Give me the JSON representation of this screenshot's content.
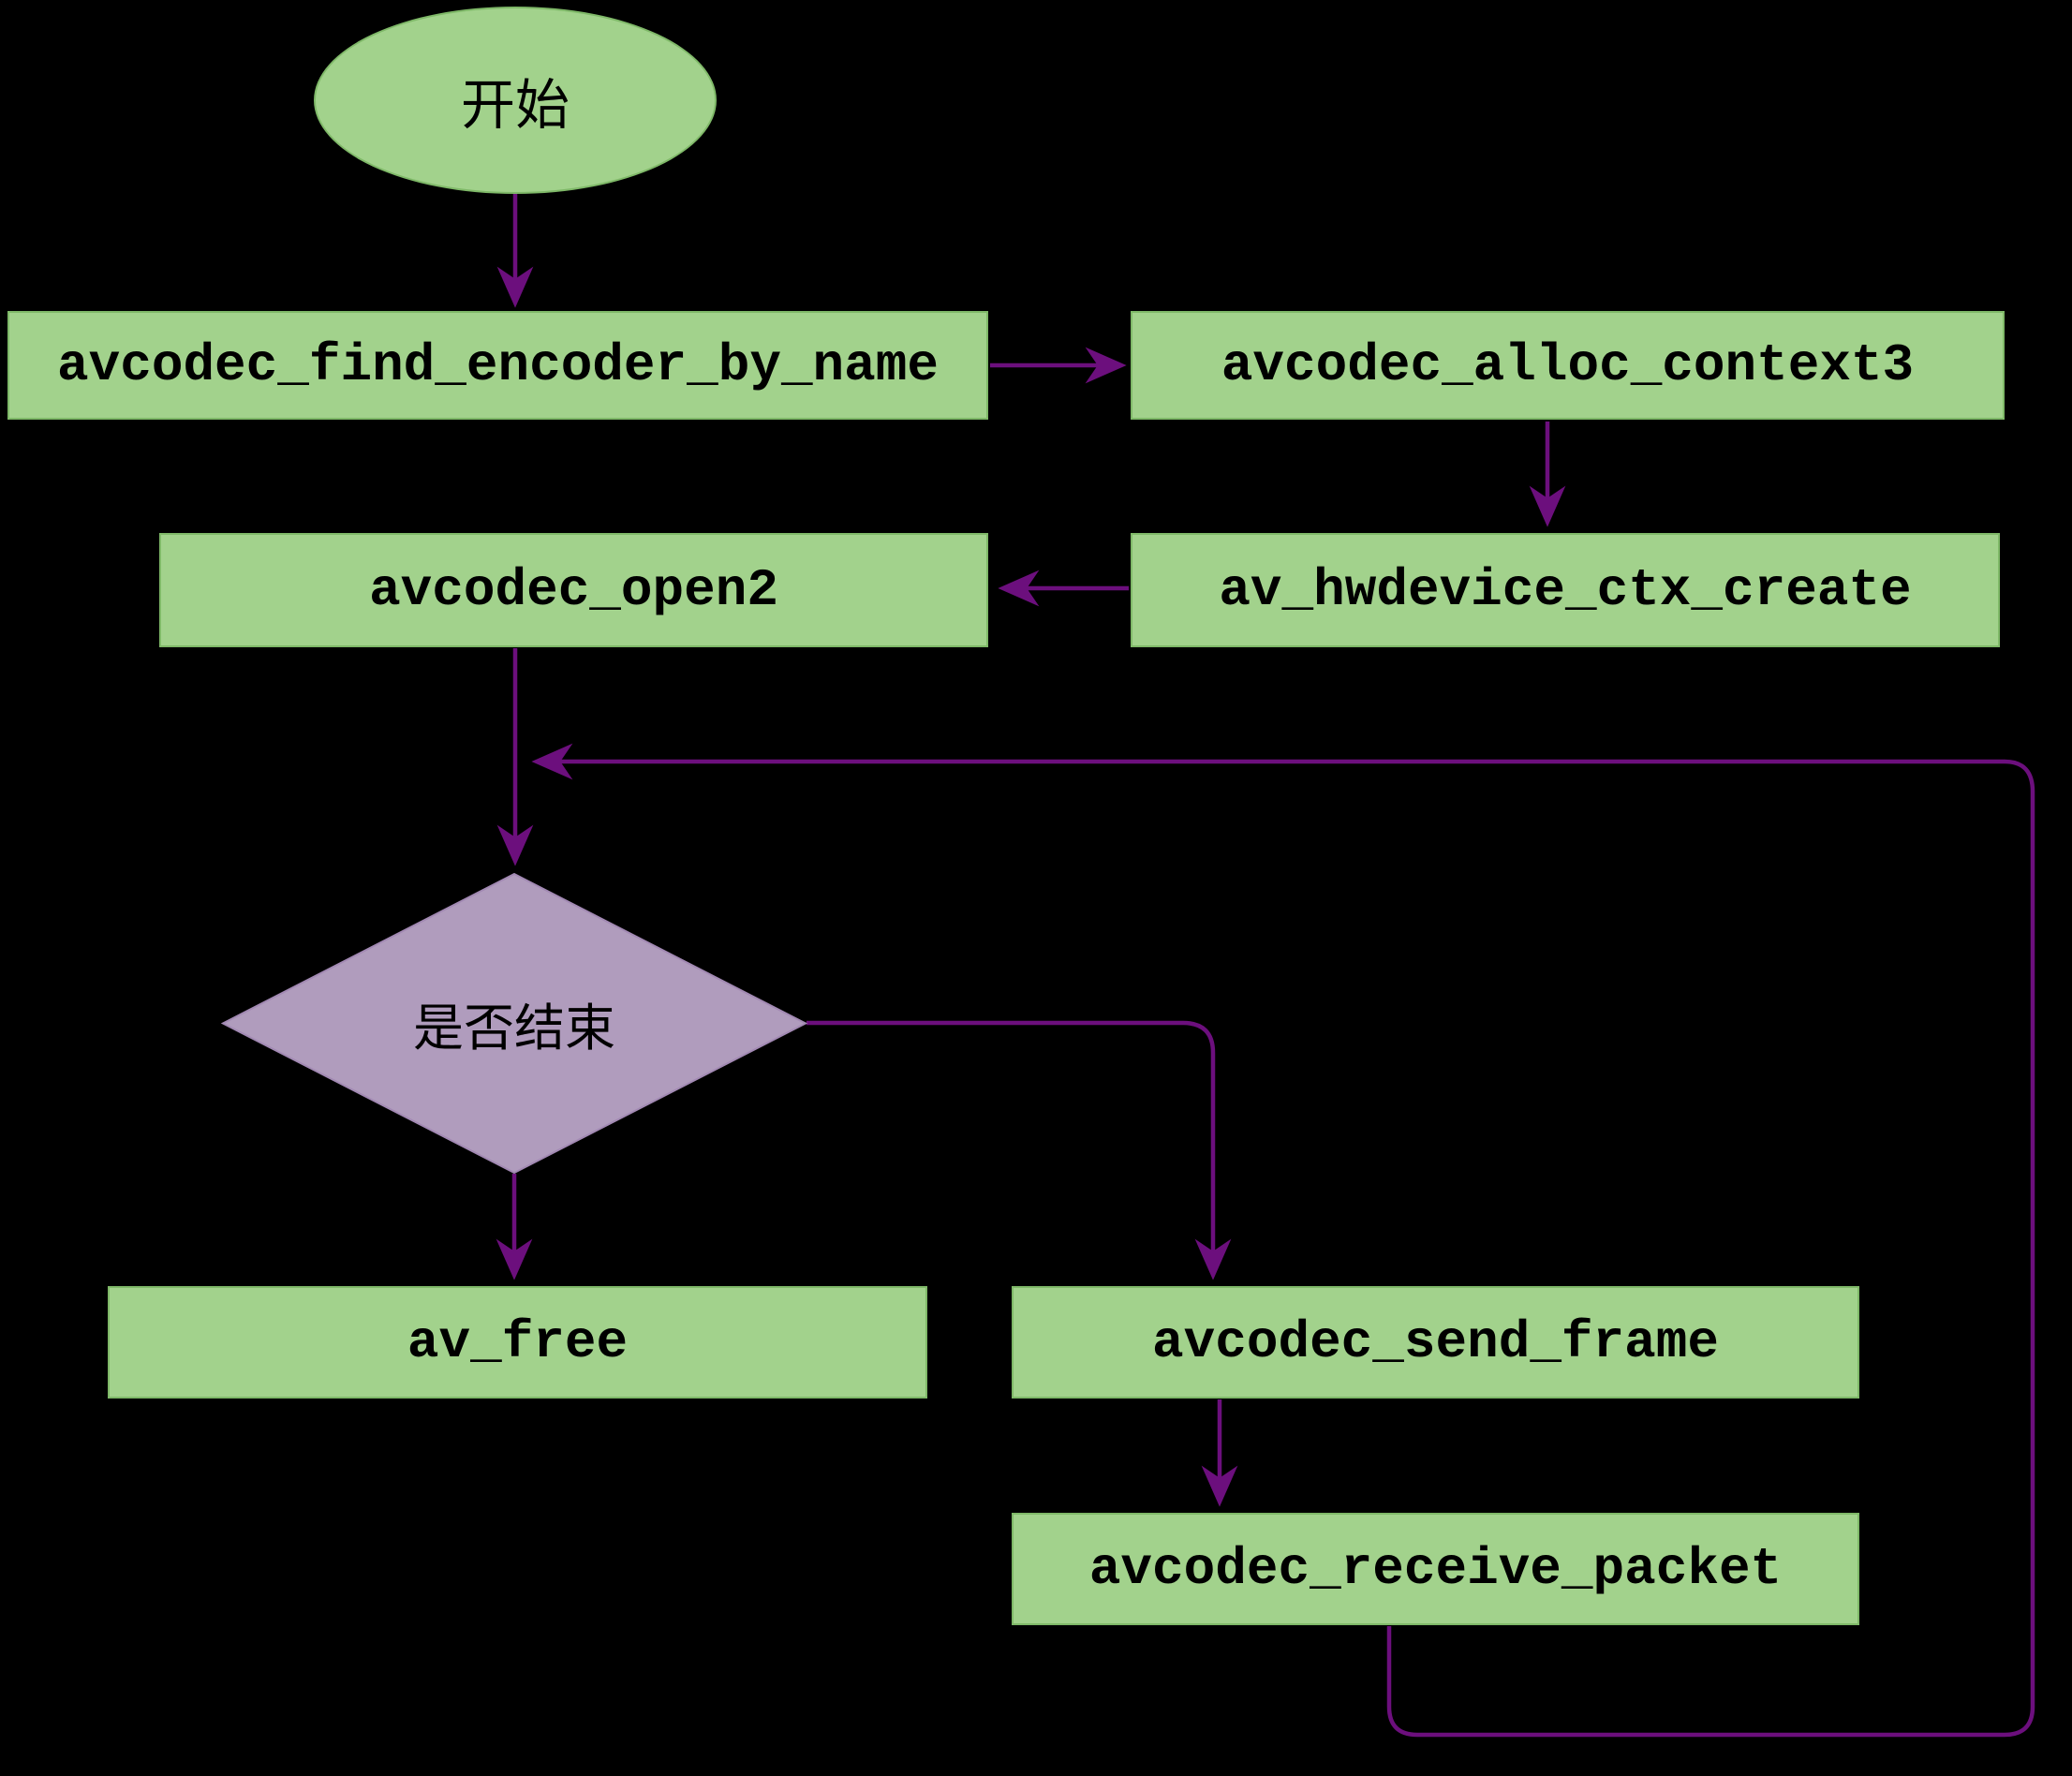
{
  "diagram": {
    "type": "flowchart",
    "direction": "top-down with right-side loop",
    "background": "#000000",
    "colors": {
      "node_fill": "#a2d28c",
      "node_border": "#7fb968",
      "decision_fill": "#b09cbd",
      "decision_border": "#a289b3",
      "edge": "#6c0f7d",
      "text": "#000000",
      "background": "#000000"
    },
    "nodes": [
      {
        "id": "start",
        "shape": "ellipse",
        "label": "开始"
      },
      {
        "id": "find_encoder",
        "shape": "rect",
        "label": "avcodec_find_encoder_by_name"
      },
      {
        "id": "alloc_context",
        "shape": "rect",
        "label": "avcodec_alloc_context3"
      },
      {
        "id": "open2",
        "shape": "rect",
        "label": "avcodec_open2"
      },
      {
        "id": "hwdevice",
        "shape": "rect",
        "label": "av_hwdevice_ctx_create"
      },
      {
        "id": "is_end",
        "shape": "diamond",
        "label": "是否结束"
      },
      {
        "id": "av_free",
        "shape": "rect",
        "label": "av_free"
      },
      {
        "id": "send_frame",
        "shape": "rect",
        "label": "avcodec_send_frame"
      },
      {
        "id": "receive_packet",
        "shape": "rect",
        "label": "avcodec_receive_packet"
      }
    ],
    "edges": [
      {
        "from": "start",
        "to": "find_encoder",
        "label": ""
      },
      {
        "from": "find_encoder",
        "to": "alloc_context",
        "label": ""
      },
      {
        "from": "alloc_context",
        "to": "hwdevice",
        "label": ""
      },
      {
        "from": "hwdevice",
        "to": "open2",
        "label": ""
      },
      {
        "from": "open2",
        "to": "is_end",
        "label": ""
      },
      {
        "from": "is_end",
        "to": "av_free",
        "label": ""
      },
      {
        "from": "is_end",
        "to": "send_frame",
        "label": ""
      },
      {
        "from": "send_frame",
        "to": "receive_packet",
        "label": ""
      },
      {
        "from": "receive_packet",
        "to": "is_end",
        "label": "",
        "style": "loop-back along right side"
      }
    ]
  }
}
